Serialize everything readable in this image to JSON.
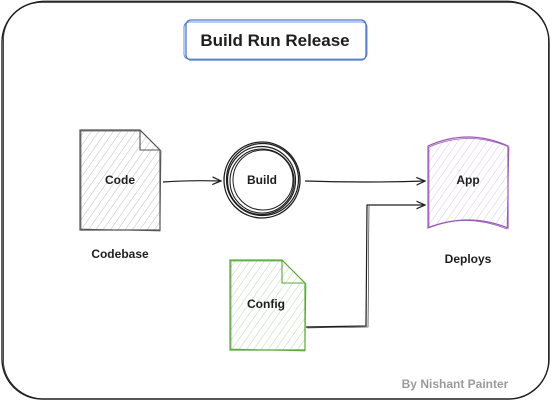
{
  "title": "Build Run Release",
  "nodes": {
    "code": {
      "label": "Code",
      "caption": "Codebase"
    },
    "build": {
      "label": "Build"
    },
    "config": {
      "label": "Config"
    },
    "app": {
      "label": "App",
      "caption": "Deploys"
    }
  },
  "credit": "By Nishant Painter",
  "colors": {
    "title_border": "#4a78c9",
    "config_stroke": "#5aa83a",
    "app_stroke": "#9b59b6",
    "ink": "#1e1e1e"
  }
}
